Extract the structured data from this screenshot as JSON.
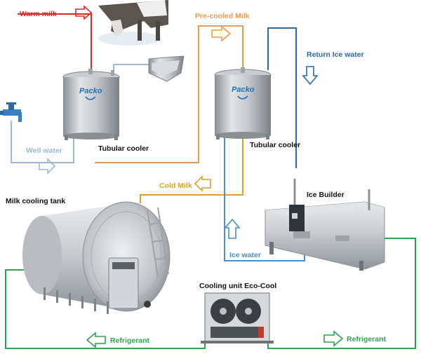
{
  "labels": {
    "warm_milk": "Warm milk",
    "pre_cooled_milk": "Pre-cooled Milk",
    "return_ice_water": "Return Ice water",
    "well_water": "Well water",
    "tubular_cooler_1": "Tubular cooler",
    "tubular_cooler_2": "Tubular cooler",
    "cold_milk": "Cold Milk",
    "milk_cooling_tank": "Milk cooling tank",
    "ice_builder": "Ice Builder",
    "ice_water": "Ice water",
    "cooling_unit": "Cooling unit Eco-Cool",
    "refrigerant_left": "Refrigerant",
    "refrigerant_right": "Refrigerant"
  },
  "logos": {
    "brand_1": "Packo",
    "brand_2": "Packo"
  },
  "colors": {
    "warm_milk": "#d42a2a",
    "pre_cooled_milk": "#eb9a4f",
    "return_ice_water": "#2b6aa6",
    "well_water": "#9ab9d8",
    "cold_milk": "#d9a12b",
    "ice_water": "#4a8fcd",
    "refrigerant": "#2ea44f",
    "steel": "#b8bcc0"
  },
  "icons": [
    "cow-image",
    "water-tap-icon",
    "trough-image",
    "flow-arrow-icon",
    "compressor-image"
  ]
}
